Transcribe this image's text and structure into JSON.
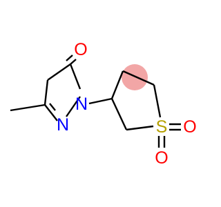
{
  "molecule": {
    "atoms": {
      "o_carbonyl": "O",
      "n_pyrazole_1": "N",
      "n_pyrazole_2": "N",
      "s_sulfone": "S",
      "o_sulfone_right": "O",
      "o_sulfone_bottom": "O"
    },
    "colors": {
      "oxygen": "#ff0000",
      "nitrogen": "#0000ff",
      "sulfur": "#b5a000",
      "bond": "#000000",
      "highlight": "#f2a6a6"
    }
  }
}
